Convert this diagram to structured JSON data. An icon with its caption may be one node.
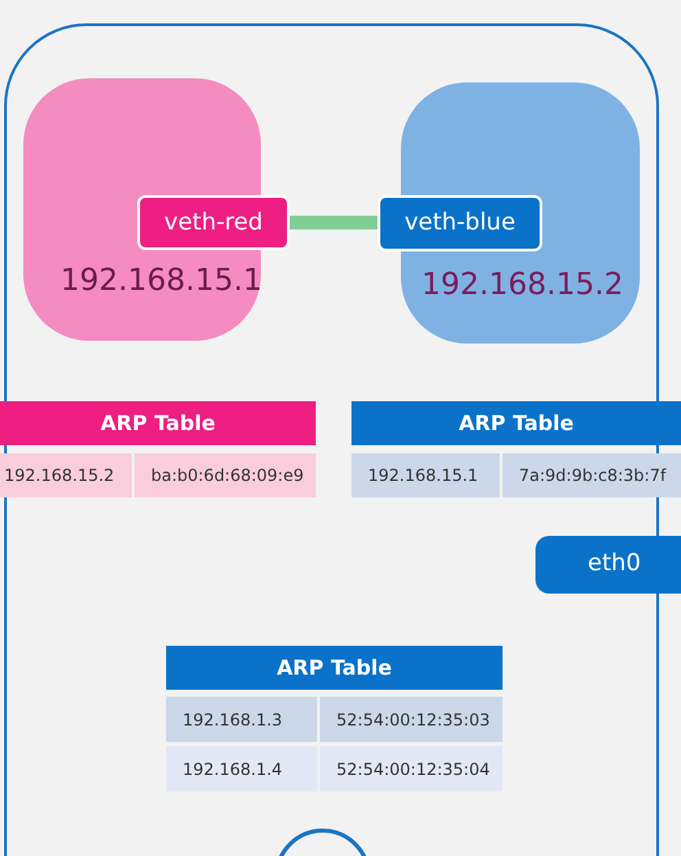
{
  "diagram": {
    "nodes": [
      {
        "text": [],
        "shape": "box"
      },
      {
        "text": [
          "192.168.15.1"
        ],
        "in": 0
      },
      {
        "text": [
          "veth-red"
        ],
        "in": 0
      },
      {
        "text": [
          "192.168.15.2"
        ],
        "in": 0
      },
      {
        "text": [
          "veth-blue"
        ],
        "in": 0
      },
      {
        "text": [
          "eth0"
        ]
      },
      {
        "text": [],
        "shape": "circle",
        "in": 0
      }
    ],
    "edges": [
      {
        "from": 2,
        "to": 4,
        "arrow": "none"
      }
    ],
    "labels": [
      "ARP Table",
      "192.168.15.2",
      "ba:b0:6d:68:09:e9",
      "ARP Table",
      "192.168.15.1",
      "7a:9d:9b:c8:3b:7f",
      "ARP Table",
      "192.168.1.3",
      "52:54:00:12:35:03",
      "192.168.1.4",
      "52:54:00:12:35:04"
    ]
  }
}
